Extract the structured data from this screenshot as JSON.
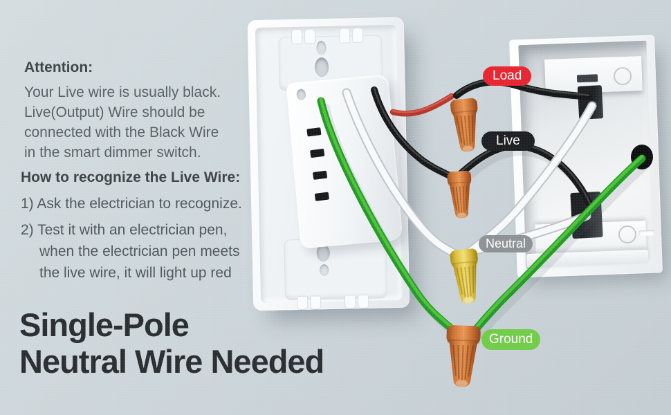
{
  "attention": {
    "heading": "Attention:",
    "body": "Your Live wire is usually black.\nLive(Output) Wire should be\nconnected with the Black Wire\nin the smart dimmer switch."
  },
  "howto": {
    "heading": "How to recognize the Live Wire:",
    "step1": "1) Ask the electrician to recognize.",
    "step2_line1": "2) Test it with an electrician pen,",
    "step2_rest": "when the electrician pen meets\nthe live wire, it will light up red"
  },
  "title": {
    "line1": "Single-Pole",
    "line2": "Neutral Wire Needed"
  },
  "wire_labels": {
    "load": {
      "text": "Load",
      "color": "#e72531"
    },
    "live": {
      "text": "Live",
      "color": "#1d1f22"
    },
    "neutral": {
      "text": "Neutral",
      "color": "#8d9295"
    },
    "ground": {
      "text": "Ground",
      "color": "#70cc49"
    }
  },
  "diagram": {
    "parts": {
      "switch": "smart-dimmer-switch-back",
      "wall_box": "in-wall-electrical-box",
      "wire_nuts": [
        "orange-wire-nut-load",
        "orange-wire-nut-live",
        "yellow-wire-nut-neutral",
        "orange-wire-nut-ground"
      ]
    },
    "wire_colors": {
      "load_pigtail_red": "#b5352a",
      "live_black": "#161718",
      "neutral_white": "#f7f9fa",
      "ground_green": "#239a28"
    }
  }
}
